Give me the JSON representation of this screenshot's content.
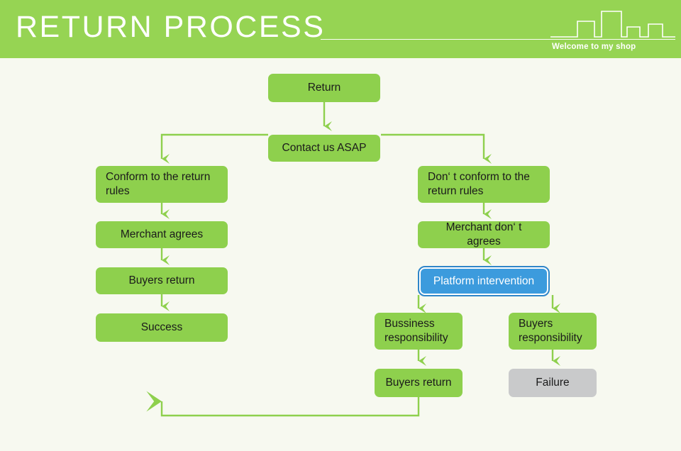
{
  "header": {
    "title": "RETURN PROCESS",
    "tagline": "Welcome to my shop",
    "background_color": "#96d453",
    "title_color": "#ffffff",
    "skyline_icon": "city-skyline-outline"
  },
  "page": {
    "background_color": "#f7f9f0",
    "node_color": "#8ed04d",
    "selected_color": "#3c9bdd",
    "failure_color": "#c9cacb",
    "connector_color": "#8ed04d"
  },
  "flowchart": {
    "type": "flowchart",
    "nodes": [
      {
        "id": "return",
        "label": "Return",
        "state": "normal",
        "align": "center"
      },
      {
        "id": "contact",
        "label": "Contact us ASAP",
        "state": "normal",
        "align": "center"
      },
      {
        "id": "conform",
        "label": "Conform to the return rules",
        "state": "normal",
        "align": "left"
      },
      {
        "id": "merchant-ok",
        "label": "Merchant agrees",
        "state": "normal",
        "align": "center"
      },
      {
        "id": "buyers-return-left",
        "label": "Buyers return",
        "state": "normal",
        "align": "center"
      },
      {
        "id": "success",
        "label": "Success",
        "state": "normal",
        "align": "center"
      },
      {
        "id": "not-conform",
        "label": "Don‘ t conform to the return rules",
        "state": "normal",
        "align": "left"
      },
      {
        "id": "merchant-no",
        "label": "Merchant don‘ t agrees",
        "state": "normal",
        "align": "center"
      },
      {
        "id": "platform",
        "label": "Platform intervention",
        "state": "selected",
        "align": "center"
      },
      {
        "id": "business-resp",
        "label": "Bussiness responsibility",
        "state": "normal",
        "align": "left"
      },
      {
        "id": "buyers-resp",
        "label": "Buyers responsibility",
        "state": "normal",
        "align": "left"
      },
      {
        "id": "buyers-return-right",
        "label": "Buyers return",
        "state": "normal",
        "align": "center"
      },
      {
        "id": "failure",
        "label": "Failure",
        "state": "gray",
        "align": "center"
      }
    ],
    "edges": [
      {
        "from": "return",
        "to": "contact"
      },
      {
        "from": "contact",
        "to": "conform"
      },
      {
        "from": "contact",
        "to": "not-conform"
      },
      {
        "from": "conform",
        "to": "merchant-ok"
      },
      {
        "from": "merchant-ok",
        "to": "buyers-return-left"
      },
      {
        "from": "buyers-return-left",
        "to": "success"
      },
      {
        "from": "not-conform",
        "to": "merchant-no"
      },
      {
        "from": "merchant-no",
        "to": "platform"
      },
      {
        "from": "platform",
        "to": "business-resp"
      },
      {
        "from": "platform",
        "to": "buyers-resp"
      },
      {
        "from": "business-resp",
        "to": "buyers-return-right"
      },
      {
        "from": "buyers-resp",
        "to": "failure"
      },
      {
        "from": "buyers-return-right",
        "to": "success"
      }
    ]
  }
}
